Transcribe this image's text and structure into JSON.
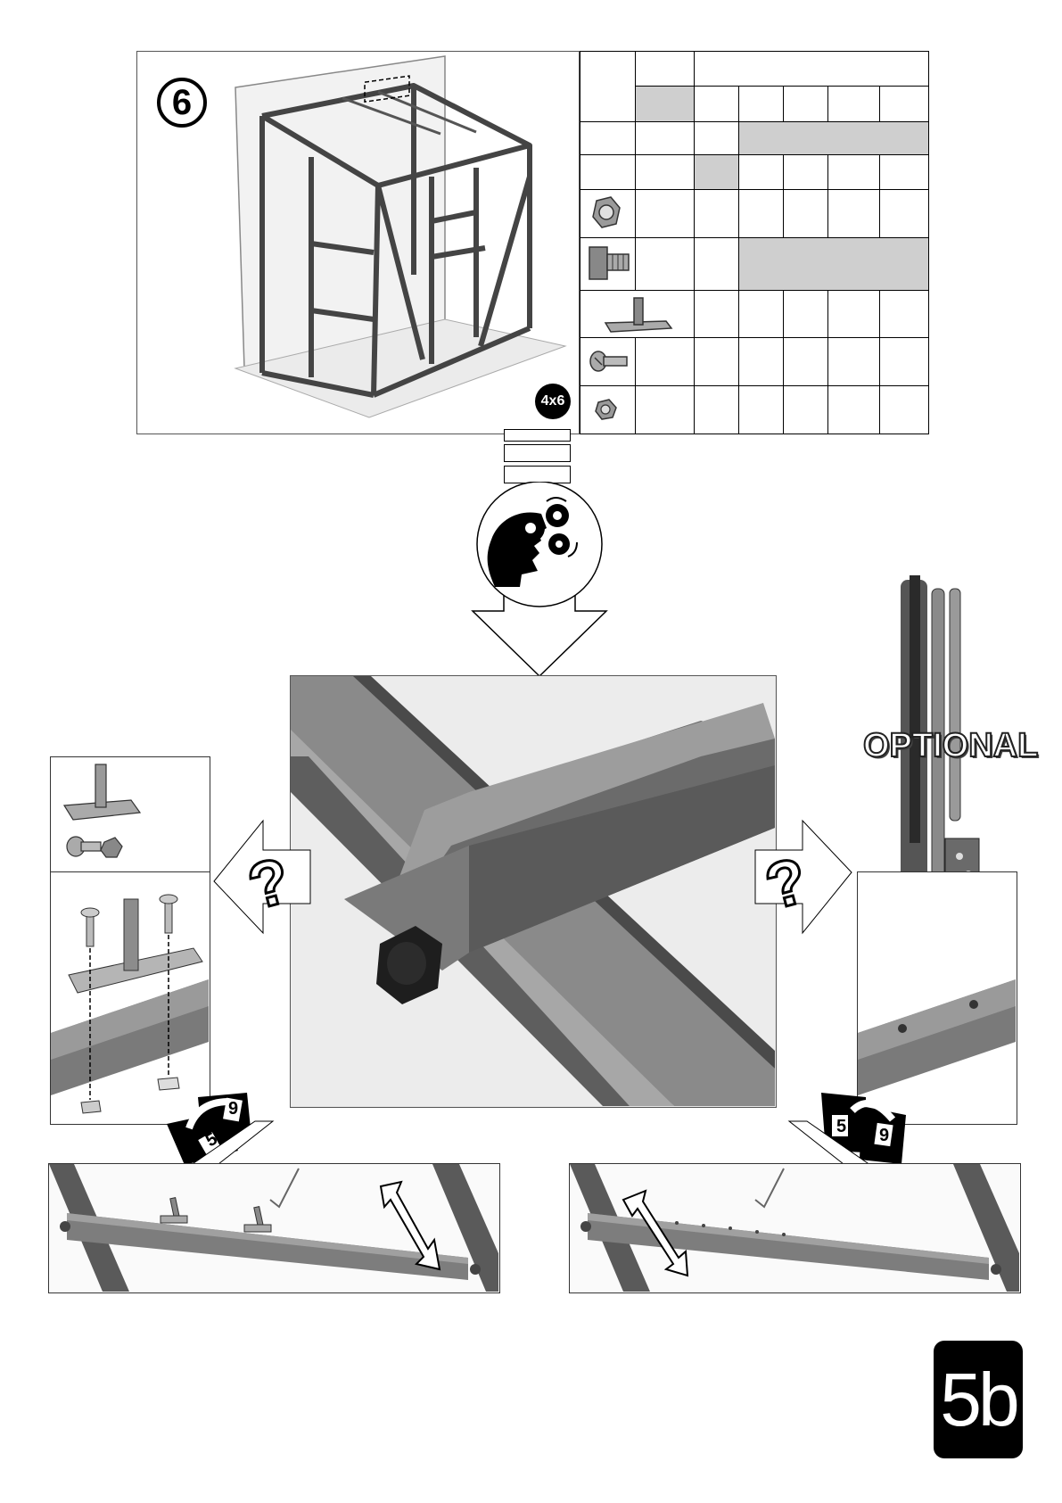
{
  "step": {
    "number": "6",
    "quantity_badge": "4x6"
  },
  "optional": {
    "label": "OPTIONAL"
  },
  "page": {
    "number": "5b"
  },
  "help_icon": {
    "glyph": "?"
  },
  "colors": {
    "gray_fill": "#cfcfcf",
    "frame_gray": "#555555",
    "metal": "#6e6e6e"
  },
  "parts_rows": [
    {
      "icon": "nut-icon"
    },
    {
      "icon": "square-head-bolt-icon"
    },
    {
      "icon": "pin-plate-icon"
    },
    {
      "icon": "countersunk-screw-icon"
    },
    {
      "icon": "small-nut-icon"
    }
  ],
  "booklet": {
    "pages": [
      "5",
      "9"
    ]
  }
}
